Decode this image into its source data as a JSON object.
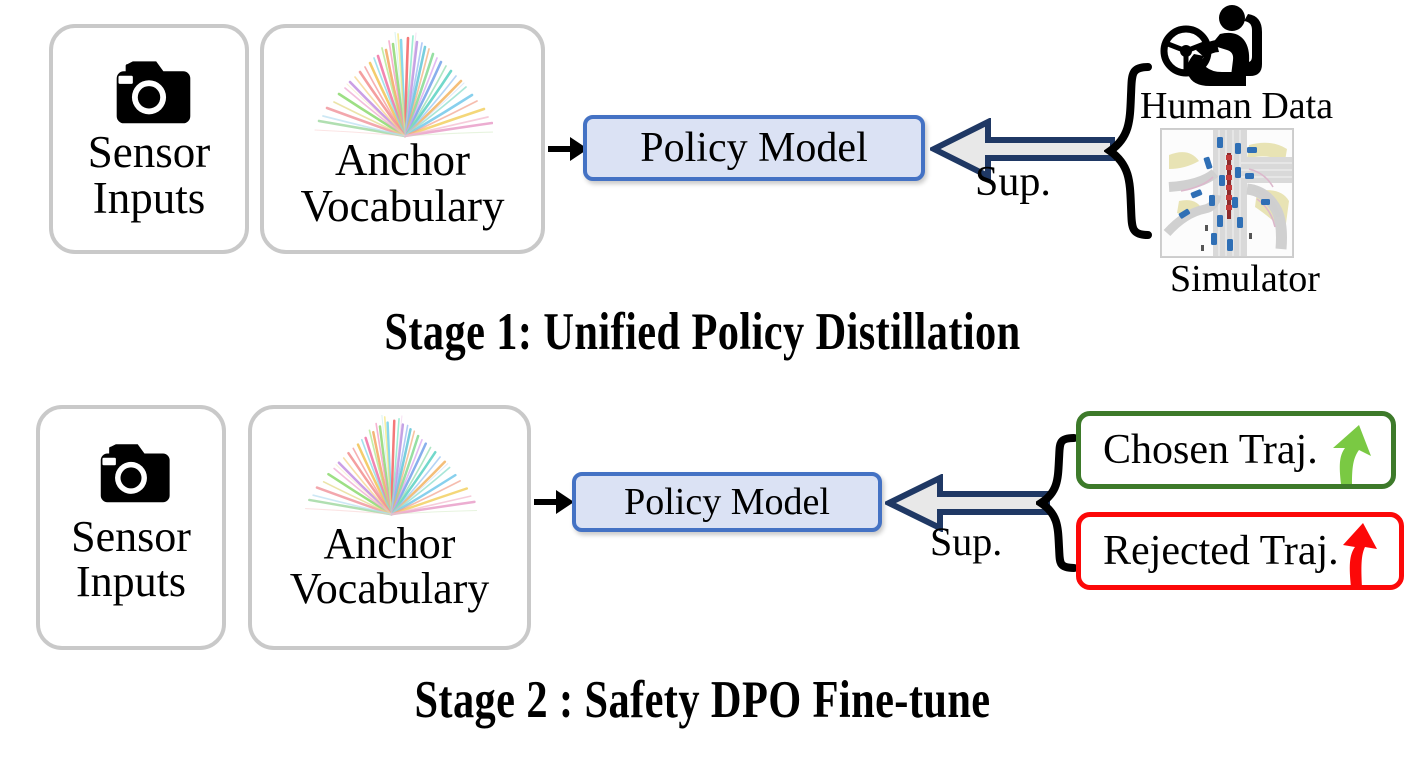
{
  "diagram": {
    "title_sequence": [
      "Stage 1: Unified Policy Distillation",
      "Stage 2 : Safety DPO Fine-tune"
    ],
    "colors": {
      "card_border": "#c9c9c9",
      "policy_fill": "#dbe2f4",
      "policy_border": "#4472c4",
      "arrow_outline": "#1f3864",
      "arrow_fill": "#e8e8e8",
      "chosen_border": "#3d7a2a",
      "chosen_arrow": "#7ac943",
      "rejected_border": "#fc0808",
      "rejected_arrow": "#fc0808",
      "text": "#000000"
    }
  },
  "stage1": {
    "caption": "Stage 1: Unified Policy Distillation",
    "sensor_card": {
      "label": "Sensor\nInputs",
      "icon": "camera-icon"
    },
    "anchor_card": {
      "label": "Anchor\nVocabulary",
      "icon": "trajectory-fan-graphic"
    },
    "policy_model": {
      "label": "Policy Model"
    },
    "supervision": {
      "label": "Sup.",
      "arrow": "block-arrow-left"
    },
    "sources": [
      {
        "label": "Human Data",
        "icon": "driver-steering-wheel-icon"
      },
      {
        "label": "Simulator",
        "icon": "simulator-map-thumbnail"
      }
    ]
  },
  "stage2": {
    "caption": "Stage 2 : Safety DPO Fine-tune",
    "sensor_card": {
      "label": "Sensor\nInputs",
      "icon": "camera-icon"
    },
    "anchor_card": {
      "label": "Anchor\nVocabulary",
      "icon": "trajectory-fan-graphic"
    },
    "policy_model": {
      "label": "Policy Model"
    },
    "supervision": {
      "label": "Sup.",
      "arrow": "block-arrow-left"
    },
    "trajectories": [
      {
        "label": "Chosen Traj.",
        "arrow": "green-curved-up-arrow",
        "status": "chosen"
      },
      {
        "label": "Rejected Traj.",
        "arrow": "red-curved-up-arrow",
        "status": "rejected"
      }
    ]
  }
}
